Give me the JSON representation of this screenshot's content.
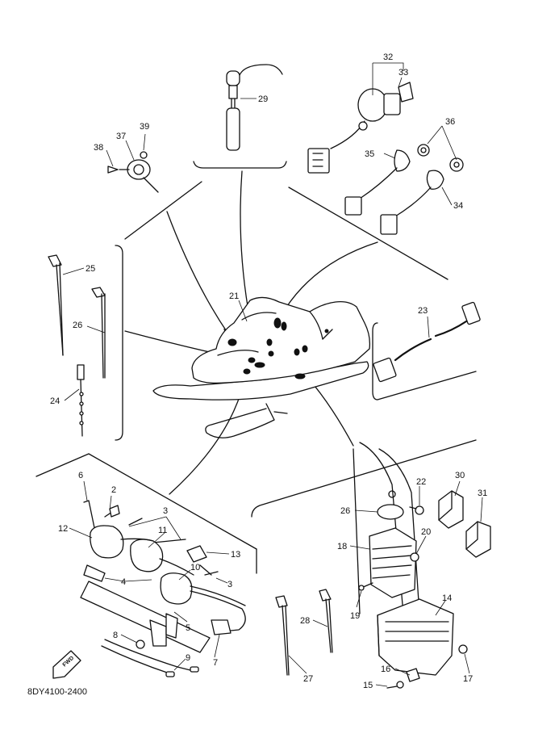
{
  "figure_code": "8DY4100-2400",
  "fwd_label": "FWD",
  "labels": {
    "p2": "2",
    "p3a": "3",
    "p3b": "3",
    "p4": "4",
    "p5": "5",
    "p6": "6",
    "p7": "7",
    "p8": "8",
    "p9": "9",
    "p10": "10",
    "p11": "11",
    "p12": "12",
    "p13": "13",
    "p14": "14",
    "p15": "15",
    "p16": "16",
    "p17": "17",
    "p18": "18",
    "p19": "19",
    "p20": "20",
    "p21": "21",
    "p22": "22",
    "p23": "23",
    "p24": "24",
    "p25": "25",
    "p26a": "26",
    "p26b": "26",
    "p27": "27",
    "p28": "28",
    "p29": "29",
    "p30": "30",
    "p31": "31",
    "p32": "32",
    "p33": "33",
    "p34": "34",
    "p35": "35",
    "p36": "36",
    "p37": "37",
    "p38": "38",
    "p39": "39"
  }
}
